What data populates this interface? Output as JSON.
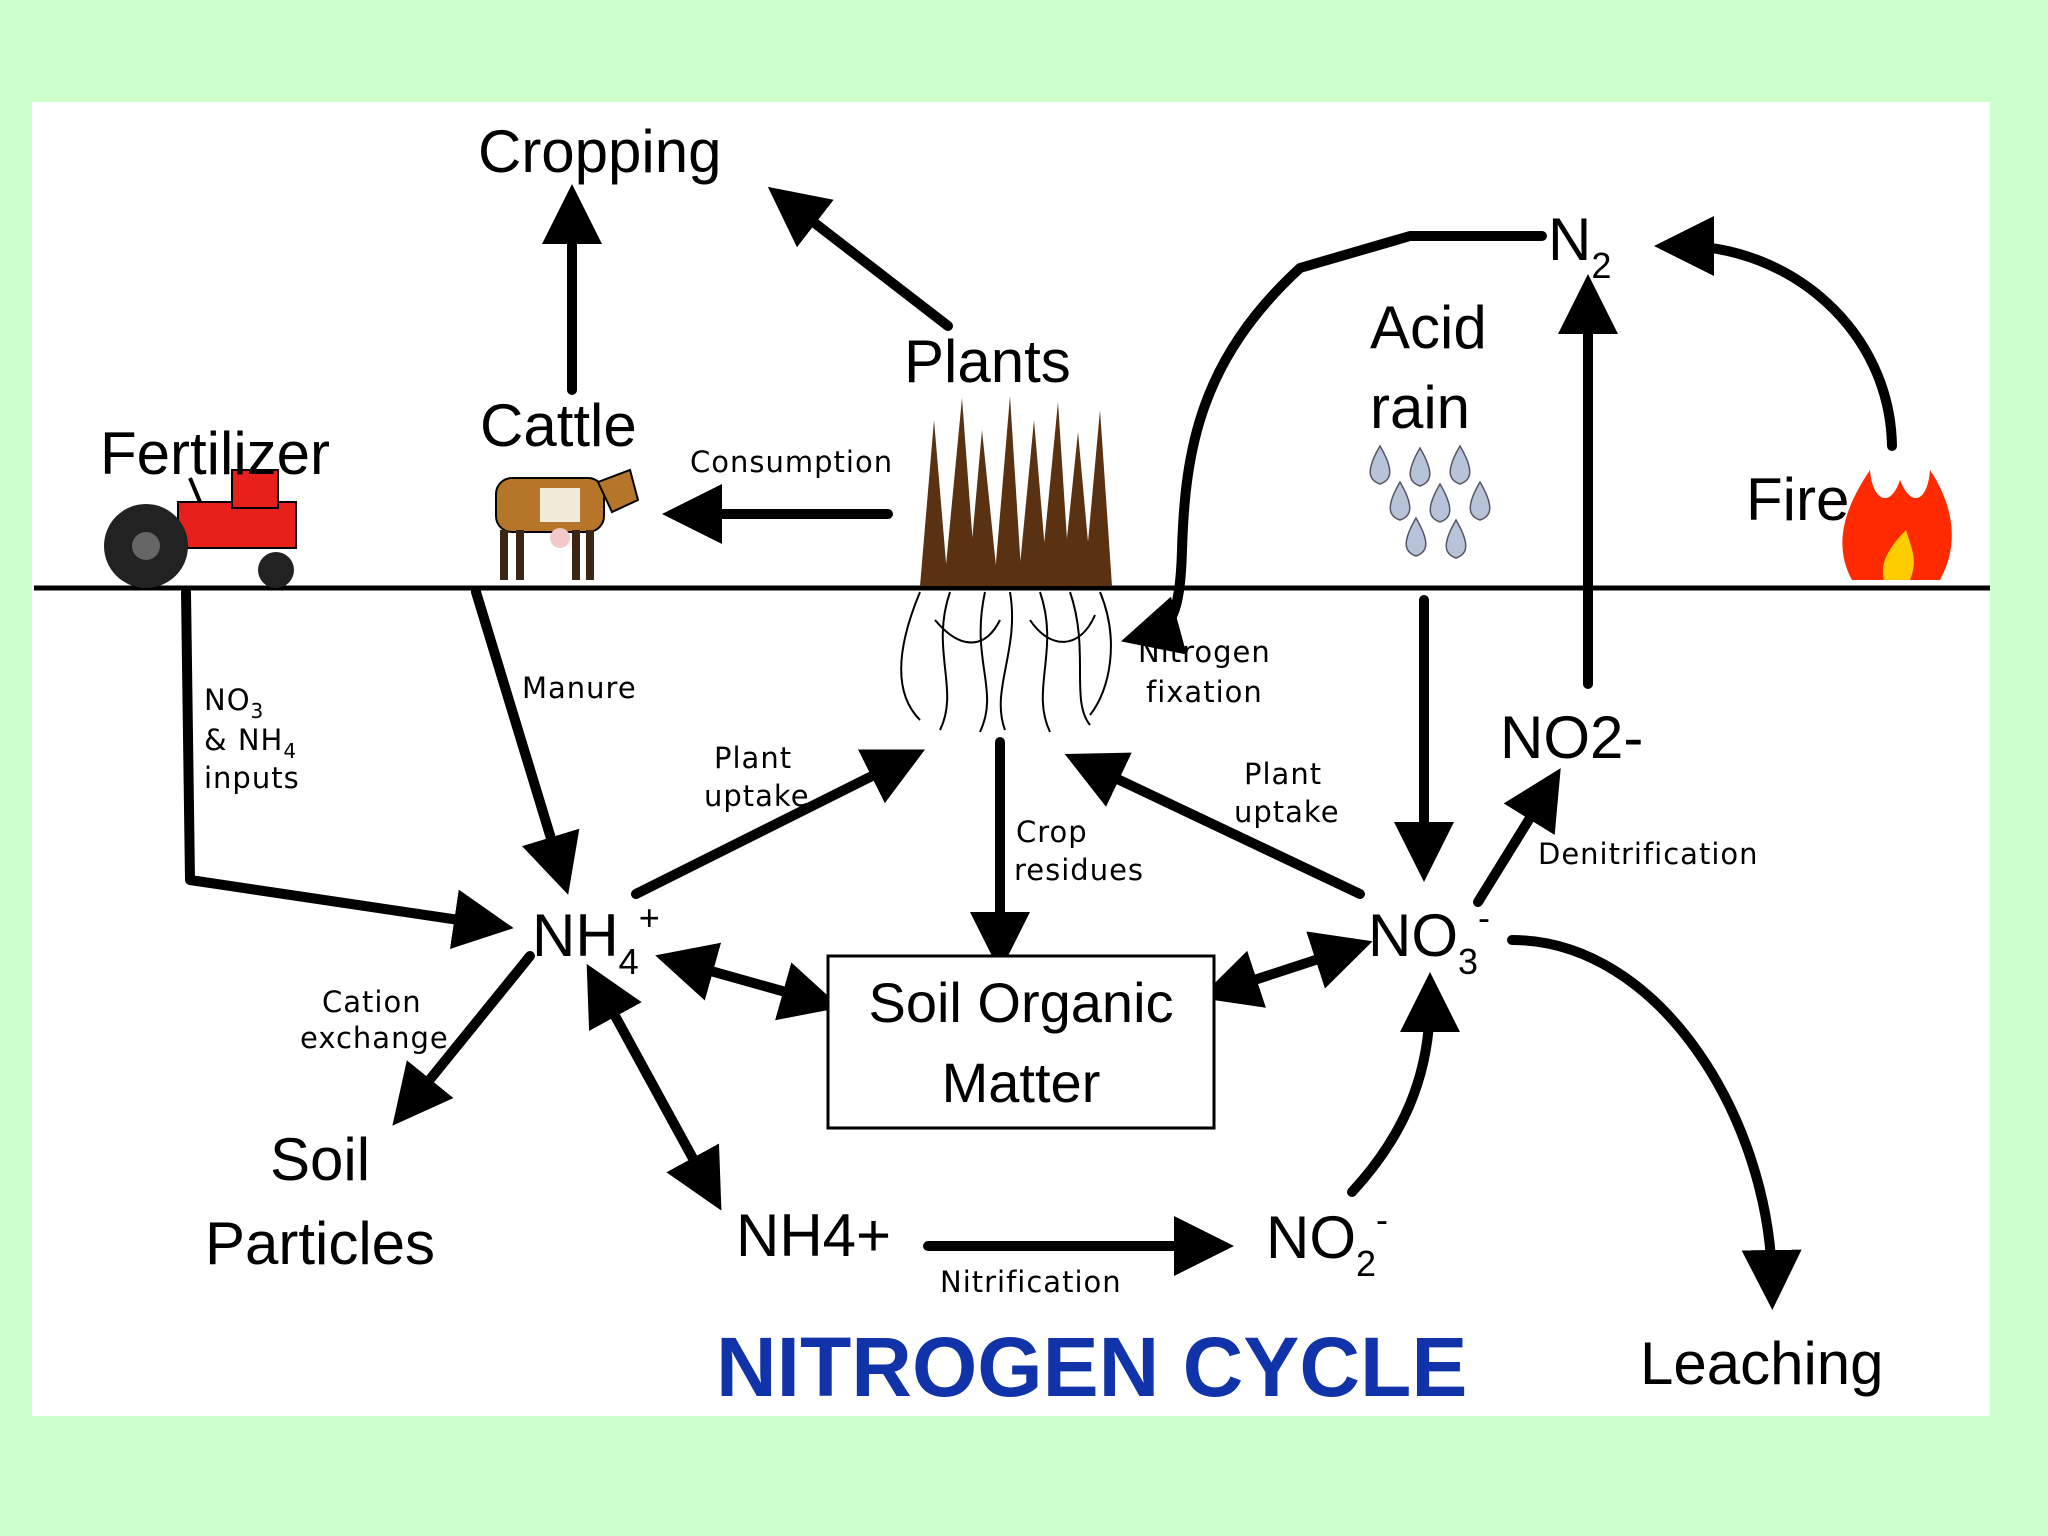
{
  "labels": {
    "cropping": "Cropping",
    "plants": "Plants",
    "cattle": "Cattle",
    "fertilizer": "Fertilizer",
    "consumption": "Consumption",
    "n2": "N",
    "n2_sub": "2",
    "acid_rain_1": "Acid",
    "acid_rain_2": "rain",
    "fire": "Fire",
    "manure": "Manure",
    "inputs_1": "NO",
    "inputs_1_sub": "3",
    "inputs_2": "& NH",
    "inputs_2_sub": "4",
    "inputs_3": "inputs",
    "nitrogen_fixation_1": "Nitrogen",
    "nitrogen_fixation_2": "fixation",
    "no2_minus": "NO2-",
    "plant_uptake_left_1": "Plant",
    "plant_uptake_left_2": "uptake",
    "plant_uptake_right_1": "Plant",
    "plant_uptake_right_2": "uptake",
    "crop_residues_1": "Crop",
    "crop_residues_2": "residues",
    "denitrification": "Denitrification",
    "nh4": "NH",
    "nh4_sub": "4",
    "nh4_sup": "+",
    "no3": "NO",
    "no3_sub": "3",
    "no3_sup": "-",
    "som_1": "Soil Organic",
    "som_2": "Matter",
    "cation_exchange_1": "Cation",
    "cation_exchange_2": "exchange",
    "soil_particles_1": "Soil",
    "soil_particles_2": "Particles",
    "nh4_plus_bottom": "NH4+",
    "nitrification": "Nitrification",
    "no2_bottom": "NO",
    "no2_bottom_sub": "2",
    "no2_bottom_sup": "-",
    "leaching": "Leaching",
    "title": "NITROGEN CYCLE"
  },
  "colors": {
    "background": "#ccffcc",
    "panel": "#ffffff",
    "title": "#1133aa",
    "tractor": "#e8201c",
    "cow": "#b5762a",
    "plants": "#5a3212",
    "rain": "#b7c3d8",
    "fire": "#ff2a00"
  },
  "icons": [
    "tractor-icon",
    "cow-icon",
    "plants-icon",
    "raindrops-icon",
    "fire-icon"
  ]
}
